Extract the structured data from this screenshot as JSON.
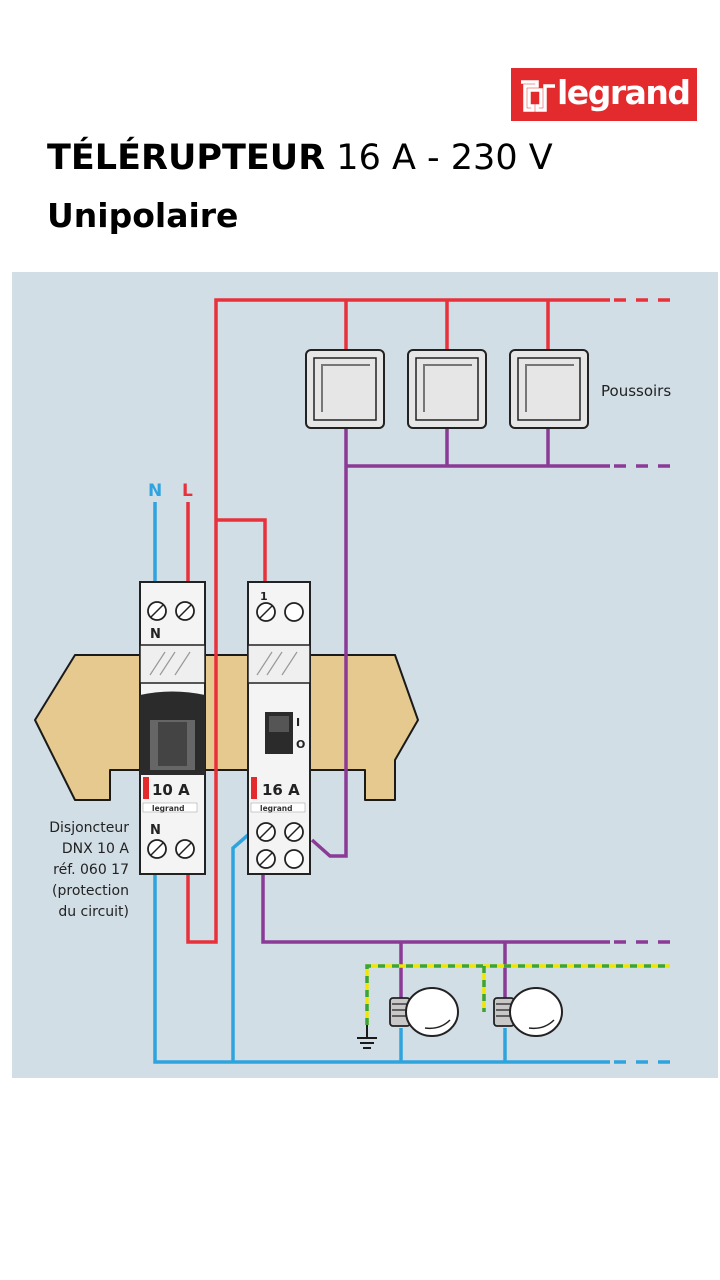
{
  "brand": {
    "name": "legrand",
    "color": "#e32a2c"
  },
  "header": {
    "title_bold": "TÉLÉRUPTEUR",
    "title_rest": " 16 A - 230 V",
    "subtitle": "Unipolaire"
  },
  "diagram": {
    "labels": {
      "neutral": "N",
      "live": "L",
      "pushbuttons": "Poussoirs",
      "breaker_desc": [
        "Disjoncteur",
        "DNX 10 A",
        "réf. 060 17",
        "(protection",
        "du circuit)"
      ]
    },
    "breaker": {
      "terminal_top": "N",
      "terminal_bottom": "N",
      "rating": "10 A",
      "brand_label": "legrand"
    },
    "relay": {
      "terminal_top": "1",
      "rating": "16 A",
      "switch_on": "I",
      "switch_off": "O",
      "brand_label": "legrand"
    },
    "pushbutton_count": 3,
    "lamp_count": 2,
    "colors": {
      "background": "#d2dee6",
      "live": "#e8313a",
      "neutral": "#2ea4df",
      "control": "#8b3a96",
      "earth_yellow": "#f2e600",
      "earth_green": "#3aa43a",
      "rail": "#e6c98f"
    }
  }
}
